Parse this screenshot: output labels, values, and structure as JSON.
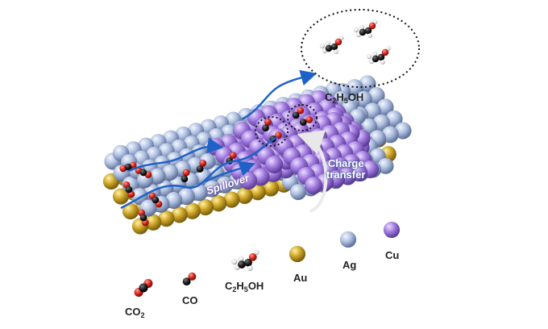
{
  "labels": {
    "product_top": {
      "base": "C",
      "s1": "2",
      "mid": "H",
      "s2": "5",
      "tail": "OH"
    },
    "spillover": "Spillover",
    "charge_line1": "Charge",
    "charge_line2": "transfer",
    "legend_co2": {
      "base": "CO",
      "s1": "2"
    },
    "legend_co": "CO",
    "legend_ethanol": {
      "base": "C",
      "s1": "2",
      "mid": "H",
      "s2": "5",
      "tail": "OH"
    },
    "legend_au": "Au",
    "legend_ag": "Ag",
    "legend_cu": "Cu"
  },
  "colors": {
    "au": "#c9a227",
    "ag": "#a9bde0",
    "cu": "#a47fe0",
    "carbon": "#1a1a1a",
    "oxygen": "#d9261c",
    "hydrogen": "#f0f0f0",
    "arrow_blue": "#1f62c7"
  }
}
